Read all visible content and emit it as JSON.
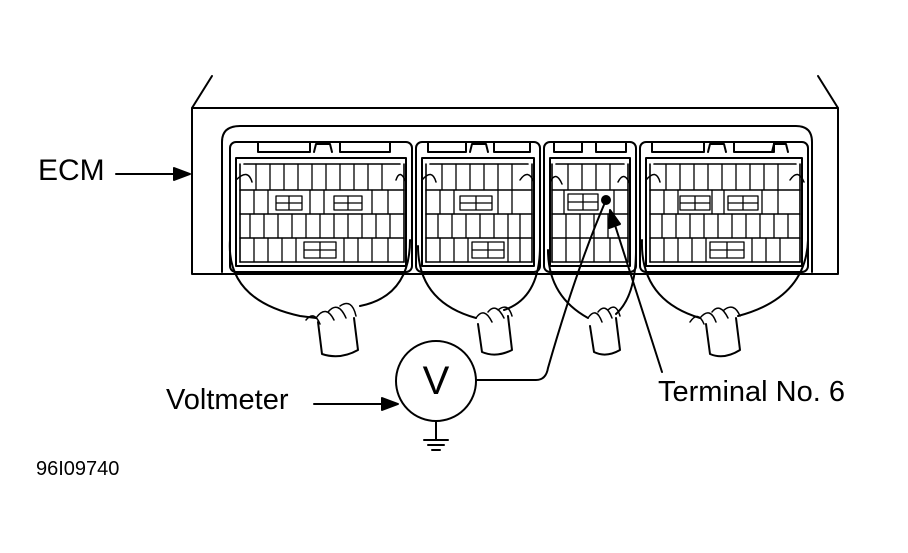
{
  "labels": {
    "ecm": "ECM",
    "voltmeter": "Voltmeter",
    "terminal": "Terminal No. 6",
    "figure_code": "96I09740",
    "meter_symbol": "V"
  },
  "colors": {
    "line": "#000000",
    "background": "#ffffff"
  },
  "connectors": [
    {
      "id": "connector-1",
      "pin_rows": 4
    },
    {
      "id": "connector-2",
      "pin_rows": 4
    },
    {
      "id": "connector-3",
      "pin_rows": 4
    },
    {
      "id": "connector-4",
      "pin_rows": 4
    }
  ]
}
